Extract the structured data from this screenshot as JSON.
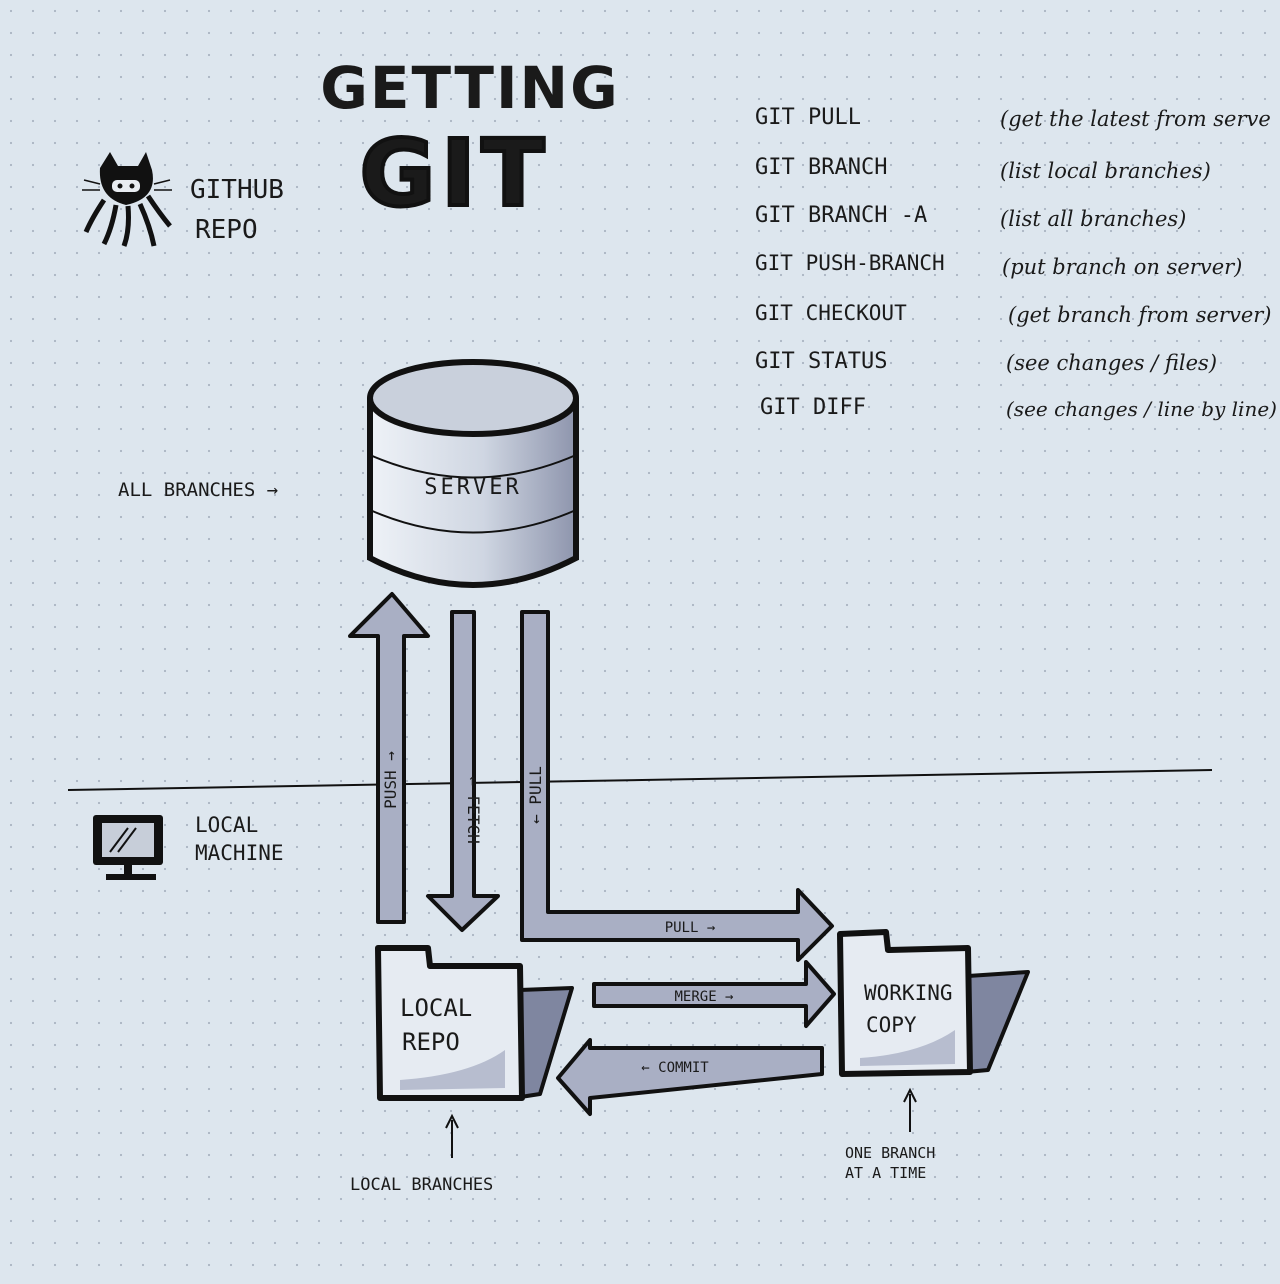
{
  "title": {
    "line1": "GETTING",
    "line2": "GIT"
  },
  "github": {
    "line1": "GITHUB",
    "line2": "REPO",
    "icon": "octocat-icon"
  },
  "commands": [
    {
      "cmd": "GIT PULL",
      "desc": "(get the latest from serve"
    },
    {
      "cmd": "GIT BRANCH",
      "desc": "(list local branches)"
    },
    {
      "cmd": "GIT BRANCH -A",
      "desc": "(list all branches)"
    },
    {
      "cmd": "GIT PUSH-BRANCH",
      "desc": "(put branch on server)"
    },
    {
      "cmd": "GIT CHECKOUT",
      "desc": "(get branch from server)"
    },
    {
      "cmd": "GIT STATUS",
      "desc": "(see changes / files)"
    },
    {
      "cmd": "GIT DIFF",
      "desc": "(see changes / line by line)"
    }
  ],
  "server": {
    "label": "SERVER",
    "note": "ALL BRANCHES →"
  },
  "local_machine": {
    "line1": "LOCAL",
    "line2": "MACHINE",
    "icon": "monitor-icon"
  },
  "arrows": {
    "push": "PUSH →",
    "fetch": "← FETCH",
    "pull_vertical": "← PULL",
    "pull_horizontal": "PULL →",
    "merge": "MERGE →",
    "commit": "← COMMIT"
  },
  "local_repo": {
    "line1": "LOCAL",
    "line2": "REPO",
    "note": "LOCAL BRANCHES"
  },
  "working_copy": {
    "line1": "WORKING",
    "line2": "COPY",
    "note1": "ONE BRANCH",
    "note2": "AT A TIME"
  },
  "colors": {
    "paper": "#dde6ee",
    "ink": "#111111",
    "shade": "#a9afc4",
    "shade_dark": "#7f86a0"
  }
}
